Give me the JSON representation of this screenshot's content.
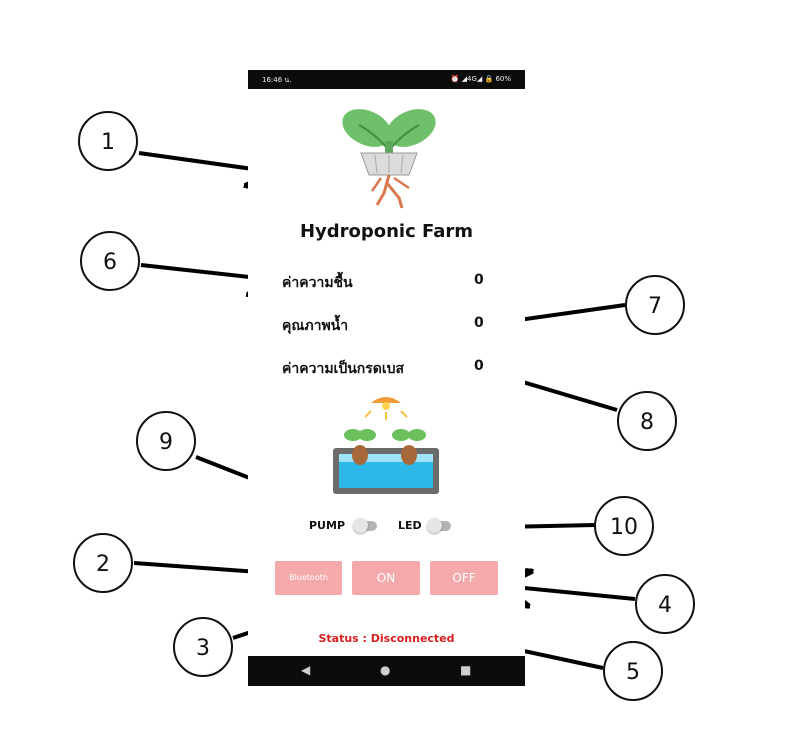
{
  "phone": {
    "status_bar": {
      "time": "16:46 น.",
      "system_icons": "⏰ ◢4G◢ 🔒 60%"
    },
    "app_title": "Hydroponic Farm",
    "readings": [
      {
        "label": "ค่าความชื้น",
        "value": "0"
      },
      {
        "label": "คุณภาพน้ำ",
        "value": "0"
      },
      {
        "label": "ค่าความเป็นกรดเบส",
        "value": "0"
      }
    ],
    "toggles": {
      "pump_label": "PUMP",
      "led_label": "LED"
    },
    "buttons": {
      "bluetooth_label": "Bluetooth",
      "on_label": "ON",
      "off_label": "OFF"
    },
    "status_text": "Status : Disconnected",
    "nav": {
      "back": "◀",
      "home": "●",
      "recents": "■"
    }
  },
  "callouts": [
    "1",
    "2",
    "3",
    "4",
    "5",
    "6",
    "7",
    "8",
    "9",
    "10"
  ],
  "colors": {
    "button_pink": "#f4aaaa",
    "status_red": "#d61f1f",
    "bars": "#0c0c0c"
  }
}
